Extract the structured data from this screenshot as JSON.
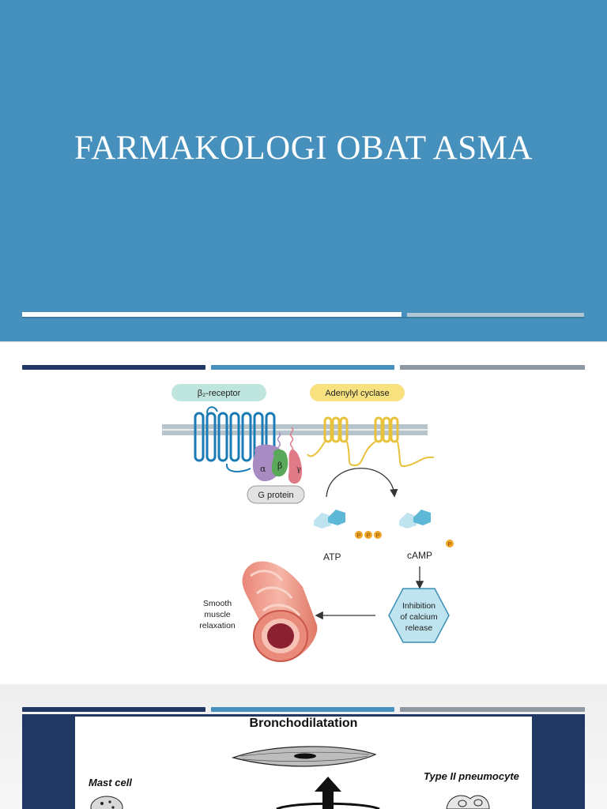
{
  "slide1": {
    "title": "FARMAKOLOGI OBAT ASMA"
  },
  "slide2": {
    "diagram": {
      "receptor_label": "β₂-receptor",
      "enzyme_label": "Adenylyl cyclase",
      "gprotein_label": "G protein",
      "alpha": "α",
      "beta": "β",
      "gamma": "γ",
      "atp_label": "ATP",
      "camp_label": "cAMP",
      "phosphate": "P",
      "inhibition_lines": [
        "Inhibition",
        "of calcium",
        "release"
      ],
      "smooth_lines": [
        "Smooth",
        "muscle",
        "relaxation"
      ]
    }
  },
  "slide3": {
    "heading": "Bronchodilatation",
    "mast_cell": "Mast cell",
    "pneumocyte": "Type II pneumocyte"
  },
  "colors": {
    "slide1_bg": "#4590bc",
    "bar_navy": "#1f3864",
    "bar_blue": "#4590bc",
    "bar_grey": "#8e98a3",
    "receptor_blue": "#1b7bb5",
    "enzyme_gold": "#e8c23a",
    "alpha_purple": "#a98bc4",
    "beta_green": "#5aa85a",
    "gamma_pink": "#e07a86"
  }
}
